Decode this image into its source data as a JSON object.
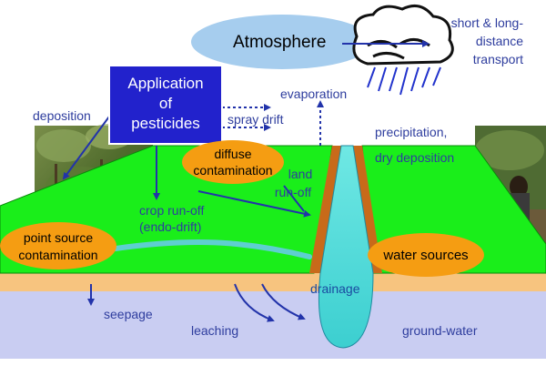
{
  "labels": {
    "atmosphere": "Atmosphere",
    "transport_line1": "short & long-",
    "transport_line2": "distance",
    "transport_line3": "transport",
    "application_line1": "Application",
    "application_line2": "of",
    "application_line3": "pesticides",
    "deposition": "deposition",
    "evaporation": "evaporation",
    "spray_drift": "spray drift",
    "precipitation": "precipitation,",
    "dry_deposition": "dry deposition",
    "diffuse_line1": "diffuse",
    "diffuse_line2": "contamination",
    "land_runoff_line1": "land",
    "land_runoff_line2": "run-off",
    "crop_runoff_line1": "crop run-off",
    "crop_runoff_line2": "(endo-drift)",
    "point_source_line1": "point source",
    "point_source_line2": "contamination",
    "water_sources": "water sources",
    "drainage": "drainage",
    "seepage": "seepage",
    "leaching": "leaching",
    "groundwater": "ground-water"
  },
  "colors": {
    "label_blue": "#2e3d9e",
    "field_green": "#1aee1a",
    "field_edge": "#0a8a0a",
    "soil_orange": "#f7c47f",
    "groundwater": "#c9cdf2",
    "channel_water": "#5ee0dc",
    "channel_wall": "#c86a1a",
    "callout_orange": "#f59d12",
    "application_box": "#2222cc",
    "atmosphere_oval": "#a6cdee"
  },
  "icons": [
    "cloud-rain-icon"
  ]
}
